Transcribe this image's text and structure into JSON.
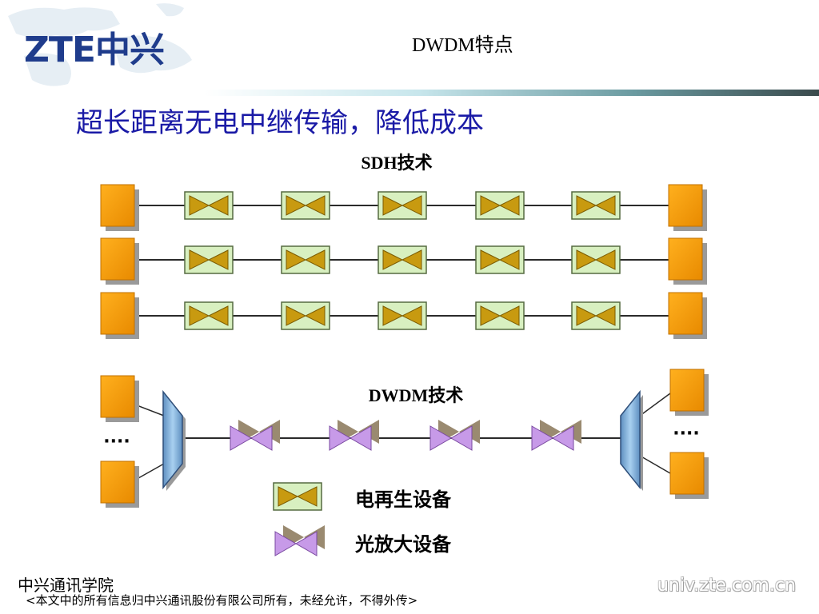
{
  "logo": {
    "text": "ZTE中兴"
  },
  "slide_title": "DWDM特点",
  "heading": "超长距离无电中继传输，降低成本",
  "sdh_label": "SDH技术",
  "dwdm_label": "DWDM技术",
  "left_dots": "····",
  "right_dots": "····",
  "legend": {
    "regenerator_label": "电再生设备",
    "amplifier_label": "光放大设备"
  },
  "footer": {
    "org": "中兴通讯学院",
    "note": "<本文中的所有信息归中兴通讯股份有限公司所有，未经允许，不得外传>",
    "url": "univ.zte.com.cn"
  },
  "colors": {
    "terminal": "#f59a00",
    "regenerator_fill": "#d8f0c0",
    "regenerator_triangle": "#c89a10",
    "amplifier": "#c79ae8",
    "amplifier_shadow": "#9a8a70",
    "mux": "#8cb8e0",
    "heading": "#1a1aa6"
  }
}
